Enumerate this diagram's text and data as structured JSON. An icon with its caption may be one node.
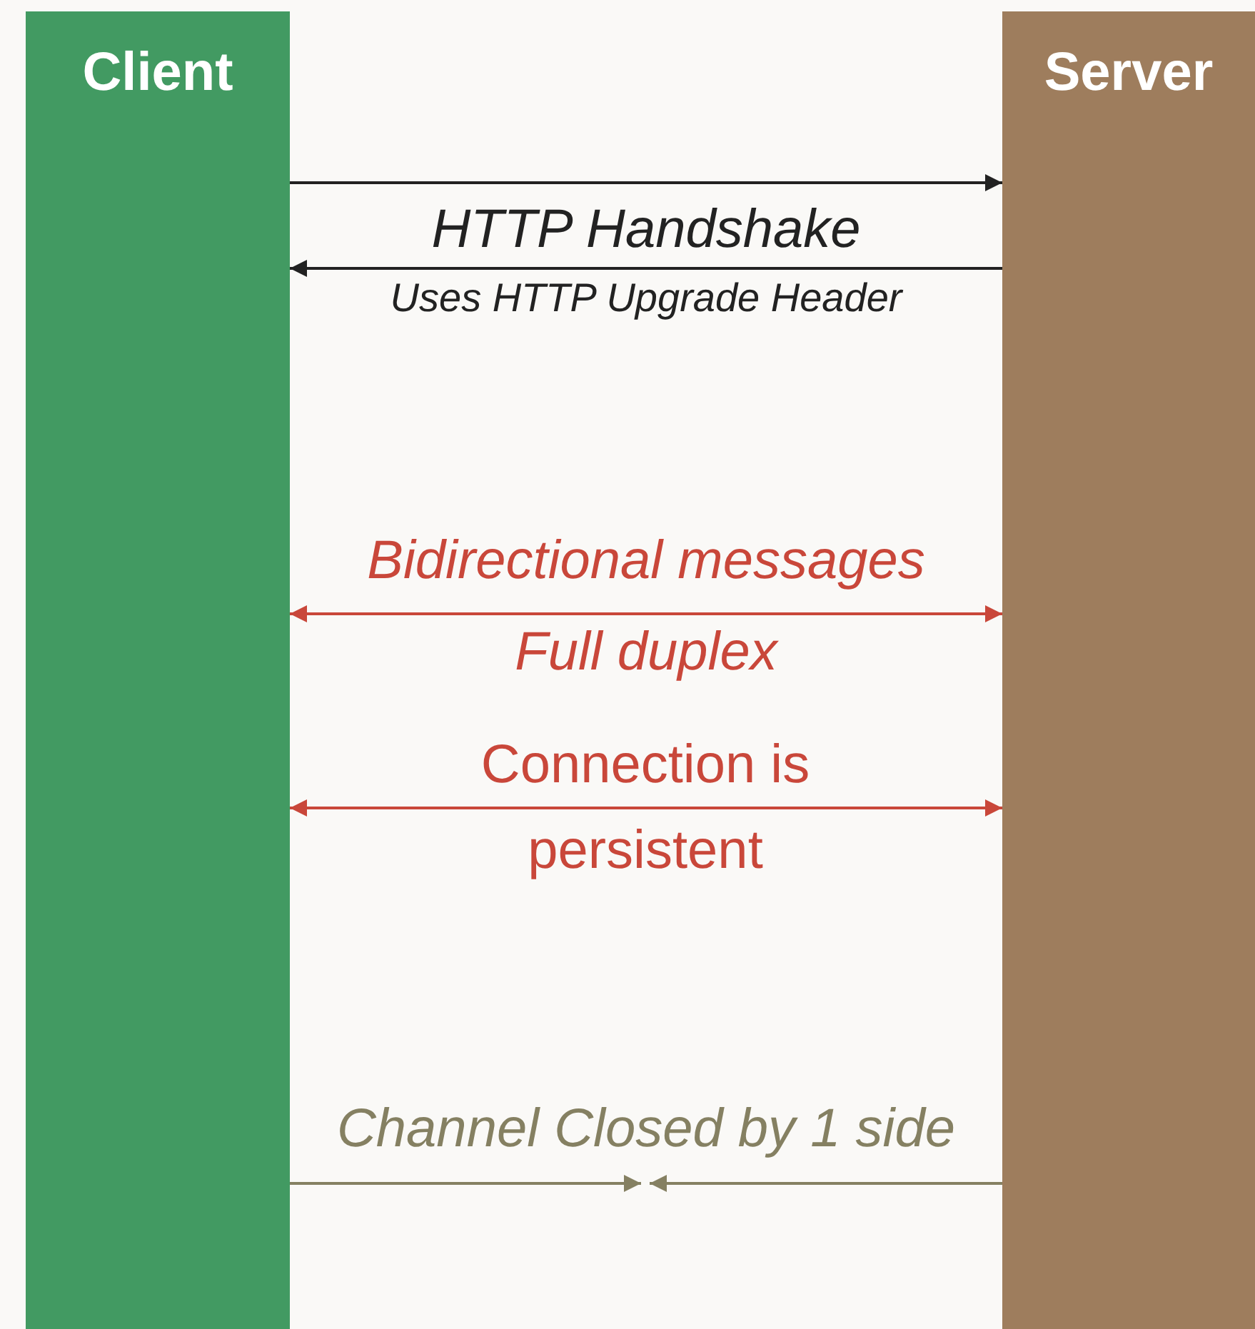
{
  "diagram": {
    "nodes": [
      {
        "text": [
          "Client"
        ]
      },
      {
        "text": [
          "Server"
        ]
      },
      {
        "text": [
          "Channel Closed by 1 side"
        ]
      }
    ],
    "edges": [
      {
        "from": 0,
        "to": 1,
        "arrow": "to",
        "label": "HTTP Handshake"
      },
      {
        "from": 1,
        "to": 0,
        "arrow": "to",
        "label": "Uses HTTP Upgrade Header"
      },
      {
        "from": 0,
        "to": 1,
        "arrow": "both",
        "label": "Bidirectional messages",
        "color": "#c9473a"
      },
      {
        "from": 0,
        "to": 1,
        "arrow": "both",
        "label": "Connection is persistent",
        "color": "#c9473a"
      },
      {
        "from": 0,
        "to": 2,
        "arrow": "to",
        "color": "#858062"
      },
      {
        "from": 1,
        "to": 2,
        "arrow": "to",
        "color": "#858062"
      }
    ],
    "labels": [
      "Full duplex"
    ]
  }
}
